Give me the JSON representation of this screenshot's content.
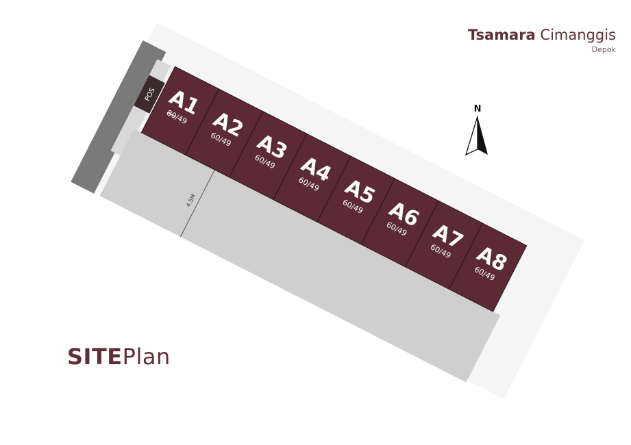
{
  "brand": {
    "name_bold": "Tsamara",
    "name_regular": "Cimanggis",
    "city": "Depok"
  },
  "title": {
    "bold": "SITE",
    "regular": "Plan"
  },
  "compass": {
    "label": "N"
  },
  "guard_post": {
    "label": "POS"
  },
  "road": {
    "width_label": "4.5M"
  },
  "lots": [
    {
      "id": "A1",
      "size": "80/49",
      "strike": "80",
      "strike_rest": "/49"
    },
    {
      "id": "A2",
      "size": "60/49"
    },
    {
      "id": "A3",
      "size": "60/49"
    },
    {
      "id": "A4",
      "size": "60/49"
    },
    {
      "id": "A5",
      "size": "60/49"
    },
    {
      "id": "A6",
      "size": "60/49"
    },
    {
      "id": "A7",
      "size": "60/49"
    },
    {
      "id": "A8",
      "size": "60/49"
    }
  ],
  "colors": {
    "lot": "#5b2a35",
    "road": "#cfcfcf",
    "wall": "#7a7a7a",
    "post": "#3c2a2c",
    "accent": "#5e2f39"
  }
}
